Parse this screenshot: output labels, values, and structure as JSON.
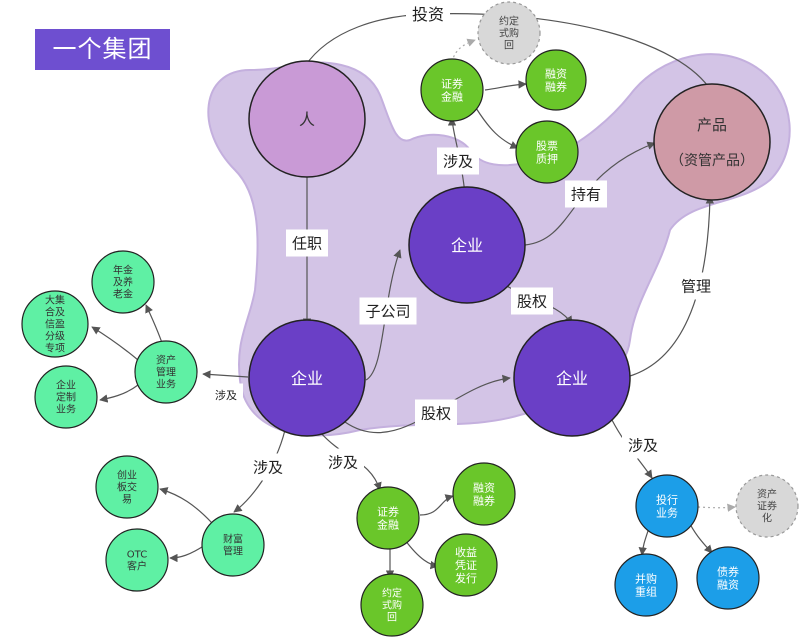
{
  "title": "一个集团",
  "colors": {
    "background_blob": "#d3c4e6",
    "person": "#c99ad6",
    "product": "#cf9aa6",
    "enterprise": "#6a3fc6",
    "green": "#6ac62a",
    "mint": "#5ff0a4",
    "blue": "#1c9ee8",
    "gray": "#d8d8d8",
    "edge": "#555555"
  },
  "nodes": {
    "person": "人",
    "product_line1": "产品",
    "product_line2": "（资管产品）",
    "ent_top": "企业",
    "ent_left": "企业",
    "ent_right": "企业",
    "sec_finance_top": [
      "证券",
      "金融"
    ],
    "margin_top": [
      "融资",
      "融券"
    ],
    "pledge_top": [
      "股票",
      "质押"
    ],
    "repo_top": [
      "约定",
      "式购",
      "回"
    ],
    "asset_mgmt": [
      "资产",
      "管理",
      "业务"
    ],
    "pension": [
      "年金",
      "及养",
      "老金"
    ],
    "collective": [
      "大集",
      "合及",
      "信盈",
      "分级",
      "专项"
    ],
    "custom": [
      "企业",
      "定制",
      "业务"
    ],
    "wealth": [
      "财富",
      "管理"
    ],
    "gem": [
      "创业",
      "板交",
      "易"
    ],
    "otc": [
      "OTC",
      "客户"
    ],
    "sec_finance_bottom": [
      "证券",
      "金融"
    ],
    "margin_bottom": [
      "融资",
      "融券"
    ],
    "income_cert": [
      "收益",
      "凭证",
      "发行"
    ],
    "repo_bottom": [
      "约定",
      "式购",
      "回"
    ],
    "ib": [
      "投行",
      "业务"
    ],
    "abs": [
      "资产",
      "证券",
      "化"
    ],
    "mna": [
      "并购",
      "重组"
    ],
    "bond": [
      "债券",
      "融资"
    ]
  },
  "edge_labels": {
    "invest": "投资",
    "employ": "任职",
    "involve_top": "涉及",
    "hold": "持有",
    "subsidiary": "子公司",
    "equity_upper": "股权",
    "equity_lower": "股权",
    "manage": "管理",
    "involve_left": "涉及",
    "involve_wealth": "涉及",
    "involve_sec": "涉及",
    "involve_ib": "涉及"
  }
}
